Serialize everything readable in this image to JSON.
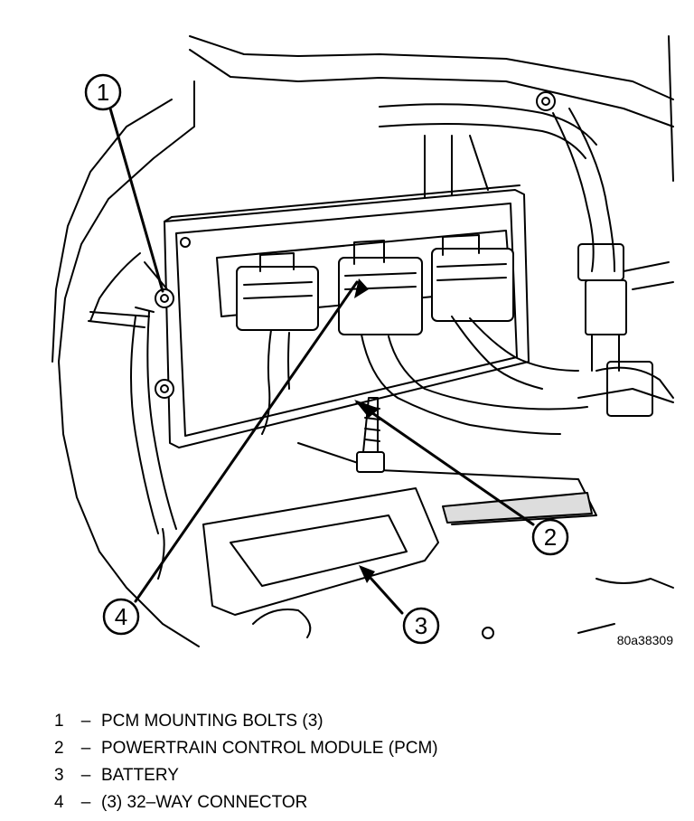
{
  "figure_id": "80a38309",
  "callouts": [
    "1",
    "2",
    "3",
    "4"
  ],
  "legend": [
    {
      "number": "1",
      "dash": "–",
      "text": "PCM MOUNTING BOLTS (3)"
    },
    {
      "number": "2",
      "dash": "–",
      "text": "POWERTRAIN CONTROL MODULE (PCM)"
    },
    {
      "number": "3",
      "dash": "–",
      "text": "BATTERY"
    },
    {
      "number": "4",
      "dash": "–",
      "text": "(3) 32–WAY CONNECTOR"
    }
  ]
}
